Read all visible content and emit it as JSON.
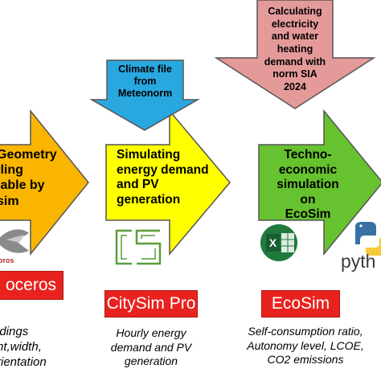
{
  "steps": [
    {
      "text_lines": [
        "Geometry",
        "lling",
        "lable by",
        "sim"
      ],
      "tool": "oceros",
      "output_lines": [
        "ldings",
        "nt,width,",
        "rientation"
      ],
      "logo_text": "oros",
      "color": "#f9b500"
    },
    {
      "text_lines": [
        "Simulating",
        "energy demand",
        "and PV",
        "generation"
      ],
      "tool": "CitySim Pro",
      "output_lines": [
        "Hourly energy",
        "demand and PV",
        "generation"
      ],
      "color": "#ffff00"
    },
    {
      "text_lines": [
        "Techno-",
        "economic",
        "simulation",
        "on EcoSim"
      ],
      "tool": "EcoSim",
      "output_lines": [
        "Self-consumption ratio,",
        "Autonomy level, LCOE,",
        "CO2 emissions"
      ],
      "color": "#66c22e"
    }
  ],
  "inputs": [
    {
      "text_lines": [
        "Climate file",
        "from",
        "Meteonorm"
      ],
      "color": "#29a8e0"
    },
    {
      "text_lines": [
        "Calculating",
        "electricity",
        "and water",
        "heating",
        "demand with",
        "norm SIA",
        "2024"
      ],
      "color": "#e59a9a"
    }
  ],
  "logos": {
    "excel_letter": "X",
    "python_text": "pyth"
  },
  "colors": {
    "tool_box": "#e8231f",
    "outline": "#555555"
  }
}
